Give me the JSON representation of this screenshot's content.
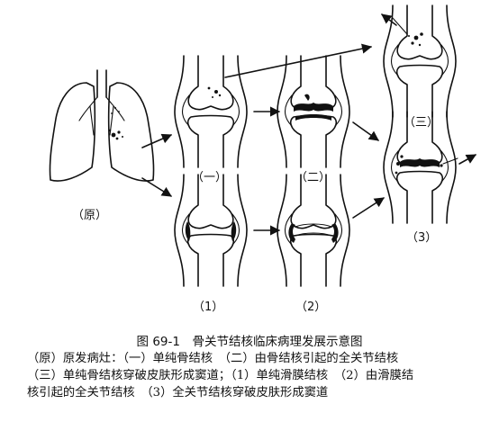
{
  "labels": {
    "origin": "（原）",
    "pathway_1": "（一）",
    "pathway_2": "（二）",
    "pathway_3": "（三）",
    "synovial_1": "（1）",
    "synovial_2": "（2）",
    "synovial_3": "（3）"
  },
  "caption": {
    "title": "图 69-1　骨关节结核临床病理发展示意图",
    "lines": [
      "（原）原发病灶：（一）单纯骨结核　（二）由骨结核引起的全关节结核",
      "（三）单纯骨结核穿破皮肤形成窦道；（1）单纯滑膜结核　（2）由滑膜结",
      "核引起的全关节结核　（3）全关节结核穿破皮肤形成窦道"
    ]
  }
}
